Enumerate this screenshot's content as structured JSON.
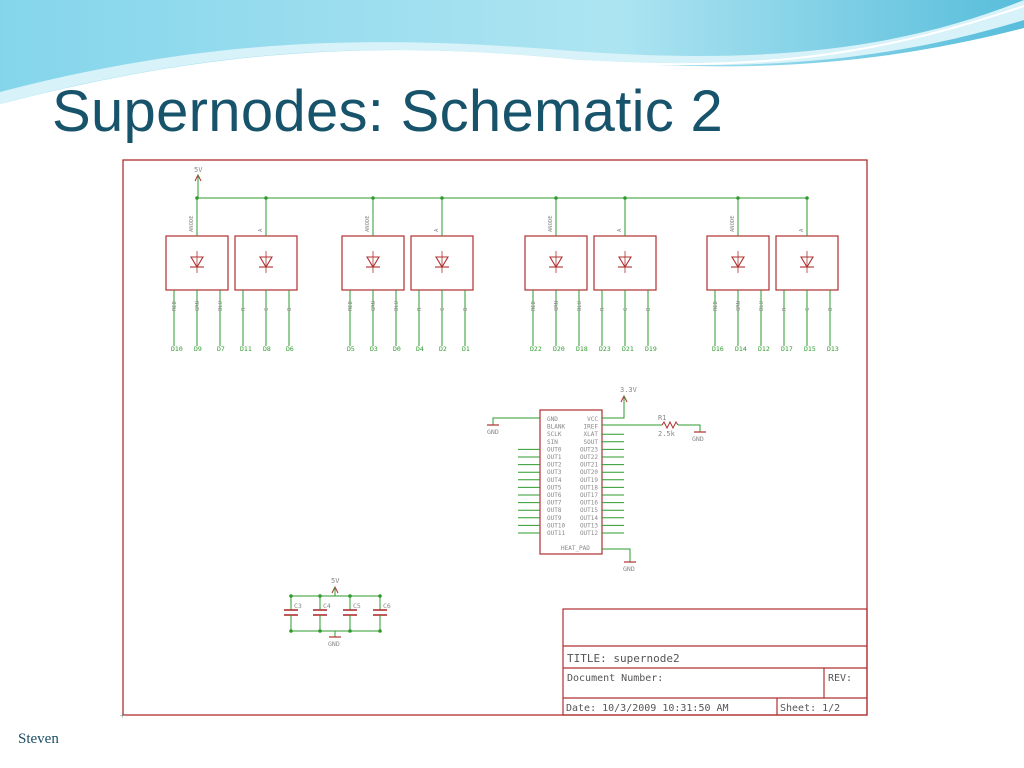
{
  "slide": {
    "title": "Supernodes: Schematic 2",
    "footer": "Steven"
  },
  "colors": {
    "title": "#17546b",
    "frame": "#b03030",
    "wire": "#2e9a2e",
    "label": "#888888",
    "accent_wave": "#5ec3dd"
  },
  "schematic": {
    "power_5v": "5V",
    "power_3v3": "3.3V",
    "gnd": "GND",
    "led_groups": [
      {
        "led1_anode": "ANODE",
        "led2_anode": "A",
        "pins1": [
          "RED",
          "GRN",
          "BLU"
        ],
        "pins2": [
          "R",
          "G",
          "B"
        ],
        "nets": [
          "D10",
          "D9",
          "D7",
          "D11",
          "D8",
          "D6"
        ]
      },
      {
        "led1_anode": "ANODE",
        "led2_anode": "A",
        "pins1": [
          "RED",
          "GRN",
          "BLU"
        ],
        "pins2": [
          "R",
          "G",
          "B"
        ],
        "nets": [
          "D5",
          "D3",
          "D0",
          "D4",
          "D2",
          "D1"
        ]
      },
      {
        "led1_anode": "ANODE",
        "led2_anode": "A",
        "pins1": [
          "RED",
          "GRN",
          "BLU"
        ],
        "pins2": [
          "R",
          "G",
          "B"
        ],
        "nets": [
          "D22",
          "D20",
          "D18",
          "D23",
          "D21",
          "D19"
        ]
      },
      {
        "led1_anode": "ANODE",
        "led2_anode": "A",
        "pins1": [
          "RED",
          "GRN",
          "BLU"
        ],
        "pins2": [
          "R",
          "G",
          "B"
        ],
        "nets": [
          "D16",
          "D14",
          "D12",
          "D17",
          "D15",
          "D13"
        ]
      }
    ],
    "ic": {
      "left_pins": [
        "GND",
        "BLANK",
        "SCLK",
        "SIN",
        "OUT0",
        "OUT1",
        "OUT2",
        "OUT3",
        "OUT4",
        "OUT5",
        "OUT6",
        "OUT7",
        "OUT8",
        "OUT9",
        "OUT10",
        "OUT11"
      ],
      "right_pins": [
        "VCC",
        "IREF",
        "XLAT",
        "SOUT",
        "OUT23",
        "OUT22",
        "OUT21",
        "OUT20",
        "OUT19",
        "OUT18",
        "OUT17",
        "OUT16",
        "OUT15",
        "OUT14",
        "OUT13",
        "OUT12"
      ],
      "bottom_pin": "HEAT_PAD"
    },
    "resistor": {
      "name": "R1",
      "value": "2.5k"
    },
    "capacitors": [
      "C3",
      "C4",
      "C5",
      "C6"
    ],
    "title_block": {
      "title": "TITLE: supernode2",
      "doc": "Document Number:",
      "rev": "REV:",
      "date": "Date: 10/3/2009 10:31:50 AM",
      "sheet": "Sheet: 1/2"
    }
  }
}
